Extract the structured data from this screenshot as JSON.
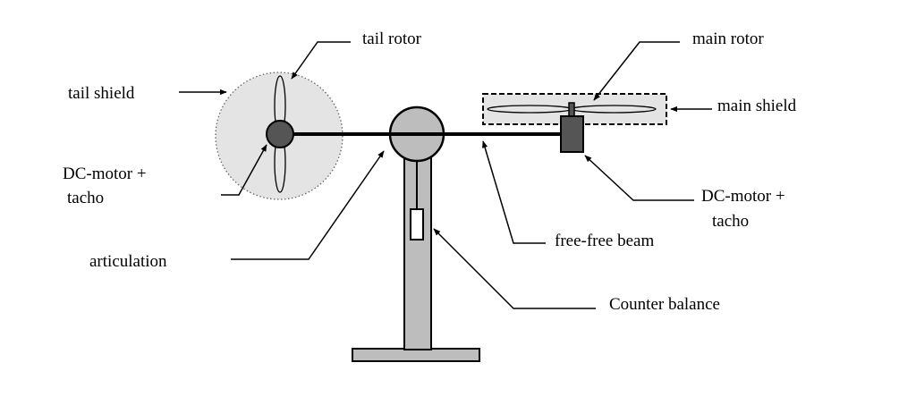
{
  "labels": {
    "tail_rotor": "tail rotor",
    "tail_shield": "tail shield",
    "dc_motor_left_line1": "DC-motor  +",
    "dc_motor_left_line2": "tacho",
    "articulation": "articulation",
    "main_rotor": "main rotor",
    "main_shield": "main shield",
    "dc_motor_right_line1": "DC-motor +",
    "dc_motor_right_line2": "tacho",
    "free_free_beam": "free-free beam",
    "counter_balance": "Counter balance"
  },
  "colors": {
    "line": "#000000",
    "shield_fill": "#e4e4e4",
    "part_fill": "#bdbdbd",
    "motor_fill": "#555555"
  }
}
